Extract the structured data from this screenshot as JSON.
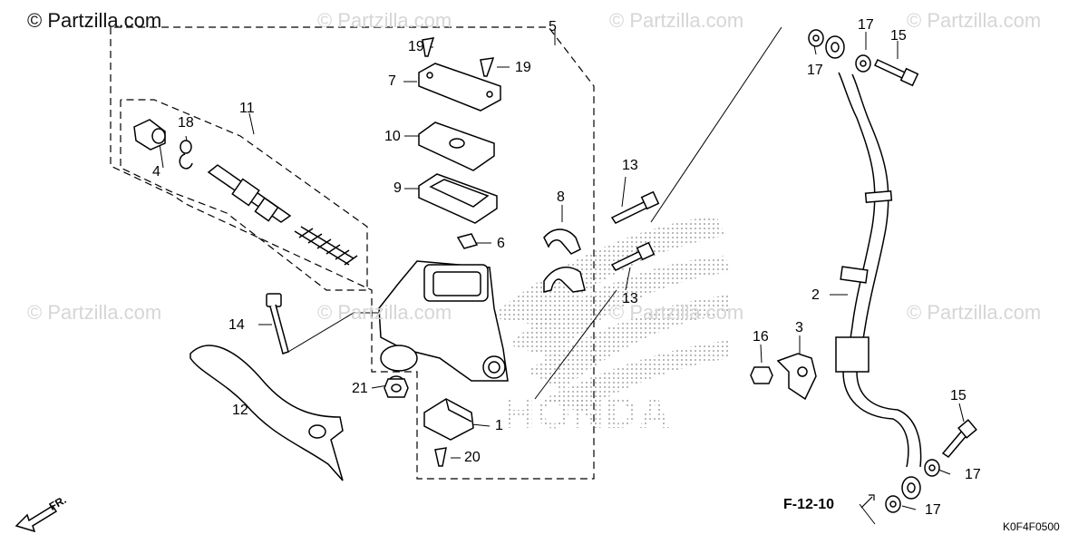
{
  "watermark": {
    "main": "© Partzilla.com",
    "faint": "© Partzilla.com"
  },
  "diagram_code": "K0F4F0500",
  "reference": "F-12-10",
  "direction_label": "FR.",
  "callouts": {
    "c1": "1",
    "c2": "2",
    "c3": "3",
    "c4": "4",
    "c5": "5",
    "c6": "6",
    "c7": "7",
    "c8": "8",
    "c9": "9",
    "c10": "10",
    "c11": "11",
    "c12": "12",
    "c13a": "13",
    "c13b": "13",
    "c14": "14",
    "c15a": "15",
    "c15b": "15",
    "c16": "16",
    "c17a": "17",
    "c17b": "17",
    "c17c": "17",
    "c17d": "17",
    "c18": "18",
    "c19a": "19",
    "c19b": "19",
    "c20": "20",
    "c21": "21"
  },
  "colors": {
    "line": "#000000",
    "watermark": "#d6d6d6",
    "stipple": "#9a9a9a"
  }
}
